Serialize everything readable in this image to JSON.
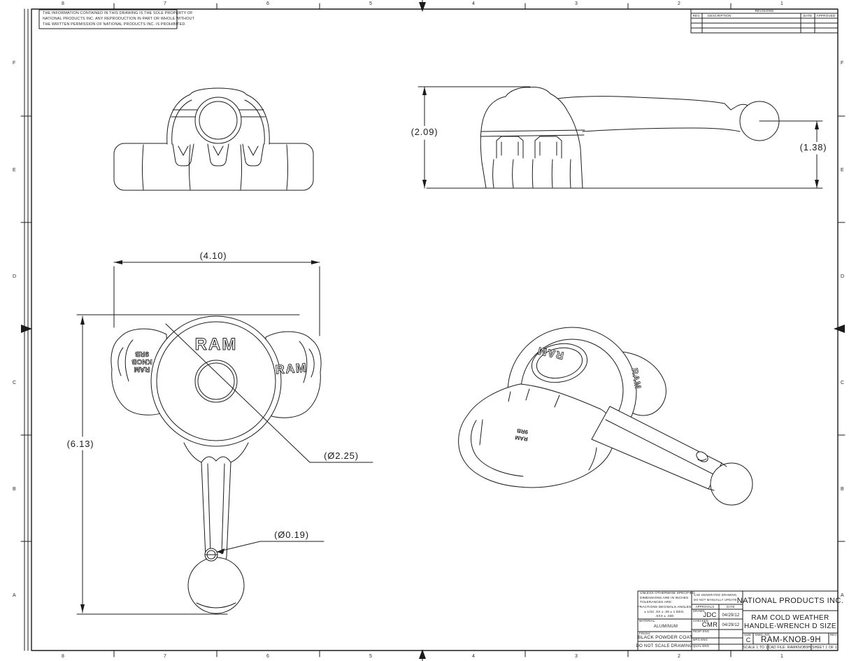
{
  "sheet": {
    "disclaimer": [
      "THE INFORMATION CONTAINED IN THIS DRAWING IS THE SOLE PROPERTY OF",
      "NATIONAL PRODUCTS INC.  ANY REPRODUCTION IN PART OR WHOLE WITHOUT",
      "THE WRITTEN PERMISSION OF NATIONAL PRODUCTS INC.  IS PROHIBITED."
    ],
    "zone_letters": [
      "F",
      "E",
      "D",
      "C",
      "B",
      "A"
    ],
    "zone_numbers": [
      "8",
      "7",
      "6",
      "5",
      "4",
      "3",
      "2",
      "1"
    ]
  },
  "revisions": {
    "title": "REVISIONS",
    "columns": {
      "rev": "REV.",
      "description": "DESCRIPTION",
      "date": "DATE",
      "approved": "APPROVED"
    }
  },
  "dimensions": {
    "knob_height": "(2.09)",
    "ball_center_height": "(1.38)",
    "knob_width": "(4.10)",
    "overall_height": "(6.13)",
    "boss_diameter": "(Ø2.25)",
    "hole_diameter": "(Ø0.19)"
  },
  "part_markings": {
    "face_logo": "RAM",
    "right_wing_logo": "RAM",
    "left_wing_lines": [
      "RAM",
      "KNOB",
      "9RB"
    ],
    "iso_dome_logo": "RAM",
    "iso_side_logo": "RAM",
    "iso_base_lines": [
      "RAM",
      "9RB"
    ]
  },
  "title_block": {
    "spec_lines": [
      "UNLESS OTHERWISE SPECIFIED",
      "DIMENSIONS ARE IN INCHES",
      "TOLERANCES ARE:",
      "FRACTIONS   DECIMALS   ANGLES",
      "± 1/32    .XX ± .06    ± 1 DEG.",
      ".XXX ± .030"
    ],
    "material_label": "MATERIAL:",
    "material_value": "ALUMINUM",
    "finish_label": "FINISH:",
    "finish_value": "BLACK POWDER COAT",
    "do_not_scale": "DO NOT SCALE DRAWING",
    "cad_note": [
      "CAD GENERATED DRAWING,",
      "DO NOT MANUALLY UPDATE"
    ],
    "approvals_label": "APPROVALS",
    "date_label": "DATE",
    "approval_rows": [
      {
        "role": "DRAWN",
        "name": "JDC",
        "date": "04/29/12"
      },
      {
        "role": "CHECKED",
        "name": "CMR",
        "date": "04/29/12"
      },
      {
        "role": "RESP ENG",
        "name": "",
        "date": ""
      },
      {
        "role": "MFG ENG",
        "name": "",
        "date": ""
      },
      {
        "role": "QUAL ENG",
        "name": "",
        "date": ""
      }
    ],
    "company": "NATIONAL PRODUCTS INC.",
    "drawing_title": [
      "RAM COLD WEATHER",
      "HANDLE-WRENCH D SIZE"
    ],
    "size_label": "SIZE",
    "size_value": "C",
    "dwg_no_label": "DWG. NO.",
    "dwg_no": "RAM-KNOB-9H",
    "rev_label": "REV.",
    "scale_text": "SCALE 1 TO 1",
    "cad_file_text": "CAD FILE:   RAMKNOB9H",
    "sheet_text": "SHEET 1 OF 1"
  }
}
